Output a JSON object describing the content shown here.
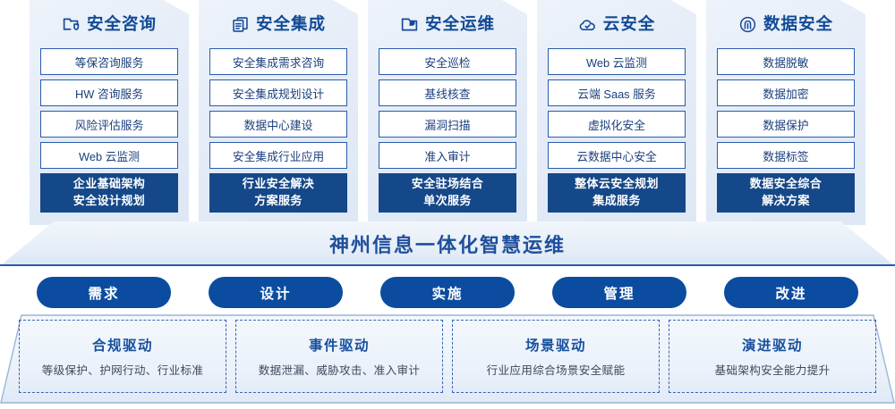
{
  "pillars": [
    {
      "icon": "document-shield-icon",
      "title": "安全咨询",
      "items": [
        "等保咨询服务",
        "HW 咨询服务",
        "风险评估服务",
        "Web 云监测"
      ],
      "summary_line1": "企业基础架构",
      "summary_line2": "安全设计规划"
    },
    {
      "icon": "stacked-documents-icon",
      "title": "安全集成",
      "items": [
        "安全集成需求咨询",
        "安全集成规划设计",
        "数据中心建设",
        "安全集成行业应用"
      ],
      "summary_line1": "行业安全解决",
      "summary_line2": "方案服务"
    },
    {
      "icon": "monitor-chart-icon",
      "title": "安全运维",
      "items": [
        "安全巡检",
        "基线核查",
        "漏洞扫描",
        "准入审计"
      ],
      "summary_line1": "安全驻场结合",
      "summary_line2": "单次服务"
    },
    {
      "icon": "cloud-check-icon",
      "title": "云安全",
      "items": [
        "Web 云监测",
        "云端 Saas 服务",
        "虚拟化安全",
        "云数据中心安全"
      ],
      "summary_line1": "整体云安全规划",
      "summary_line2": "集成服务"
    },
    {
      "icon": "fingerprint-icon",
      "title": "数据安全",
      "items": [
        "数据脱敏",
        "数据加密",
        "数据保护",
        "数据标签"
      ],
      "summary_line1": "数据安全综合",
      "summary_line2": "解决方案"
    }
  ],
  "banner": {
    "text": "神州信息一体化智慧运维"
  },
  "phases": [
    {
      "label": "需求"
    },
    {
      "label": "设计"
    },
    {
      "label": "实施"
    },
    {
      "label": "管理"
    },
    {
      "label": "改进"
    }
  ],
  "drivers": [
    {
      "title": "合规驱动",
      "subtitle": "等级保护、护网行动、行业标准"
    },
    {
      "title": "事件驱动",
      "subtitle": "数据泄漏、威胁攻击、准入审计"
    },
    {
      "title": "场景驱动",
      "subtitle": "行业应用综合场景安全赋能"
    },
    {
      "title": "演进驱动",
      "subtitle": "基础架构安全能力提升"
    }
  ],
  "colors": {
    "accent_navy": "#154888",
    "accent_blue": "#0b4ca0",
    "title_blue": "#114a96",
    "card_border": "#2a5caa",
    "panel_bg": "#e6eef8"
  }
}
